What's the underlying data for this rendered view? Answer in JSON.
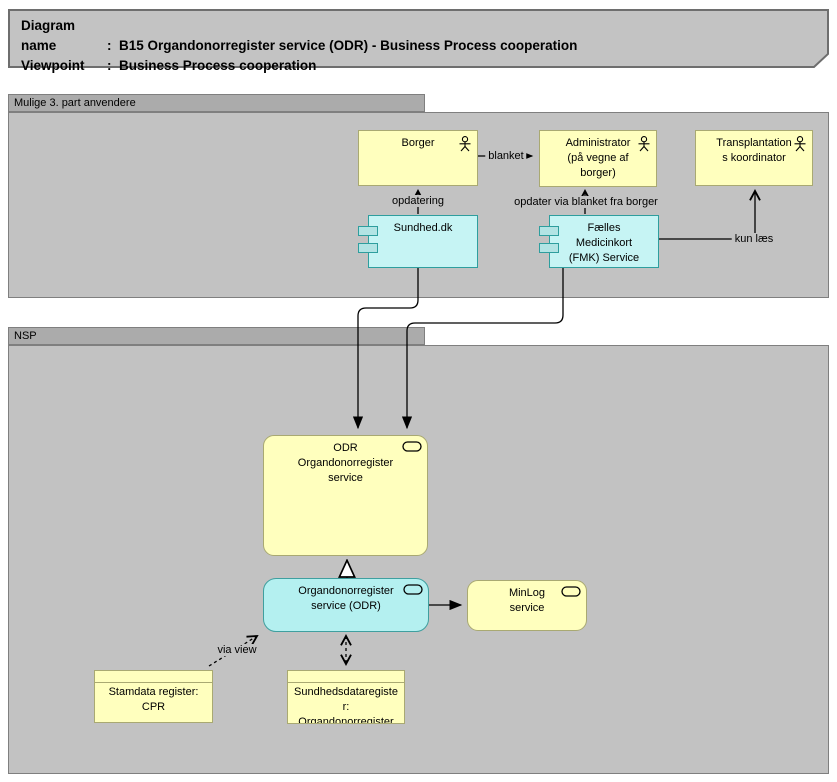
{
  "title": {
    "rows": [
      {
        "label": "Diagram name",
        "sep": ":",
        "value": "B15 Organdonorregister service (ODR) - Business Process cooperation"
      },
      {
        "label": "Viewpoint",
        "sep": ":",
        "value": "Business Process cooperation"
      }
    ]
  },
  "groups": {
    "mulige": {
      "label": "Mulige 3. part anvendere"
    },
    "nsp": {
      "label": "NSP"
    }
  },
  "nodes": {
    "borger": {
      "label": "Borger",
      "type": "business-actor"
    },
    "administrator": {
      "label": "Administrator\n(på vegne af\nborger)",
      "type": "business-actor"
    },
    "transplantations": {
      "label": "Transplantation\ns koordinator",
      "type": "business-actor"
    },
    "sundhed_dk": {
      "label": "Sundhed.dk",
      "type": "component"
    },
    "fmk_service": {
      "label": "Fælles\nMedicinkort\n(FMK) Service",
      "type": "component"
    },
    "odr": {
      "label": "ODR\nOrgandonorregister\nservice",
      "type": "application-service"
    },
    "odr_service": {
      "label": "Organdonorregister\nservice (ODR)",
      "type": "application-service"
    },
    "minlog": {
      "label": "MinLog\nservice",
      "type": "application-service"
    },
    "stamdata": {
      "label": "Stamdata register:\nCPR",
      "type": "data-object"
    },
    "sundhedsdata": {
      "label": "Sundhedsdataregiste\nr:\nOrgandonorregister",
      "type": "data-object"
    }
  },
  "edge_labels": {
    "blanket": "blanket",
    "opdatering": "opdatering",
    "opdater_via_blanket": "opdater via blanket fra borger",
    "kun_laes": "kun læs",
    "via_view": "via view"
  },
  "colors": {
    "yellow_fill": "#ffffbe",
    "yellow_border": "#a9a972",
    "cyan_fill": "#c6f4f4",
    "cyan_border": "#2e9e9e",
    "group_header": "#ababab",
    "group_body": "#c2c2c2",
    "title_fill": "#c3c3c3",
    "line": "#000000"
  }
}
